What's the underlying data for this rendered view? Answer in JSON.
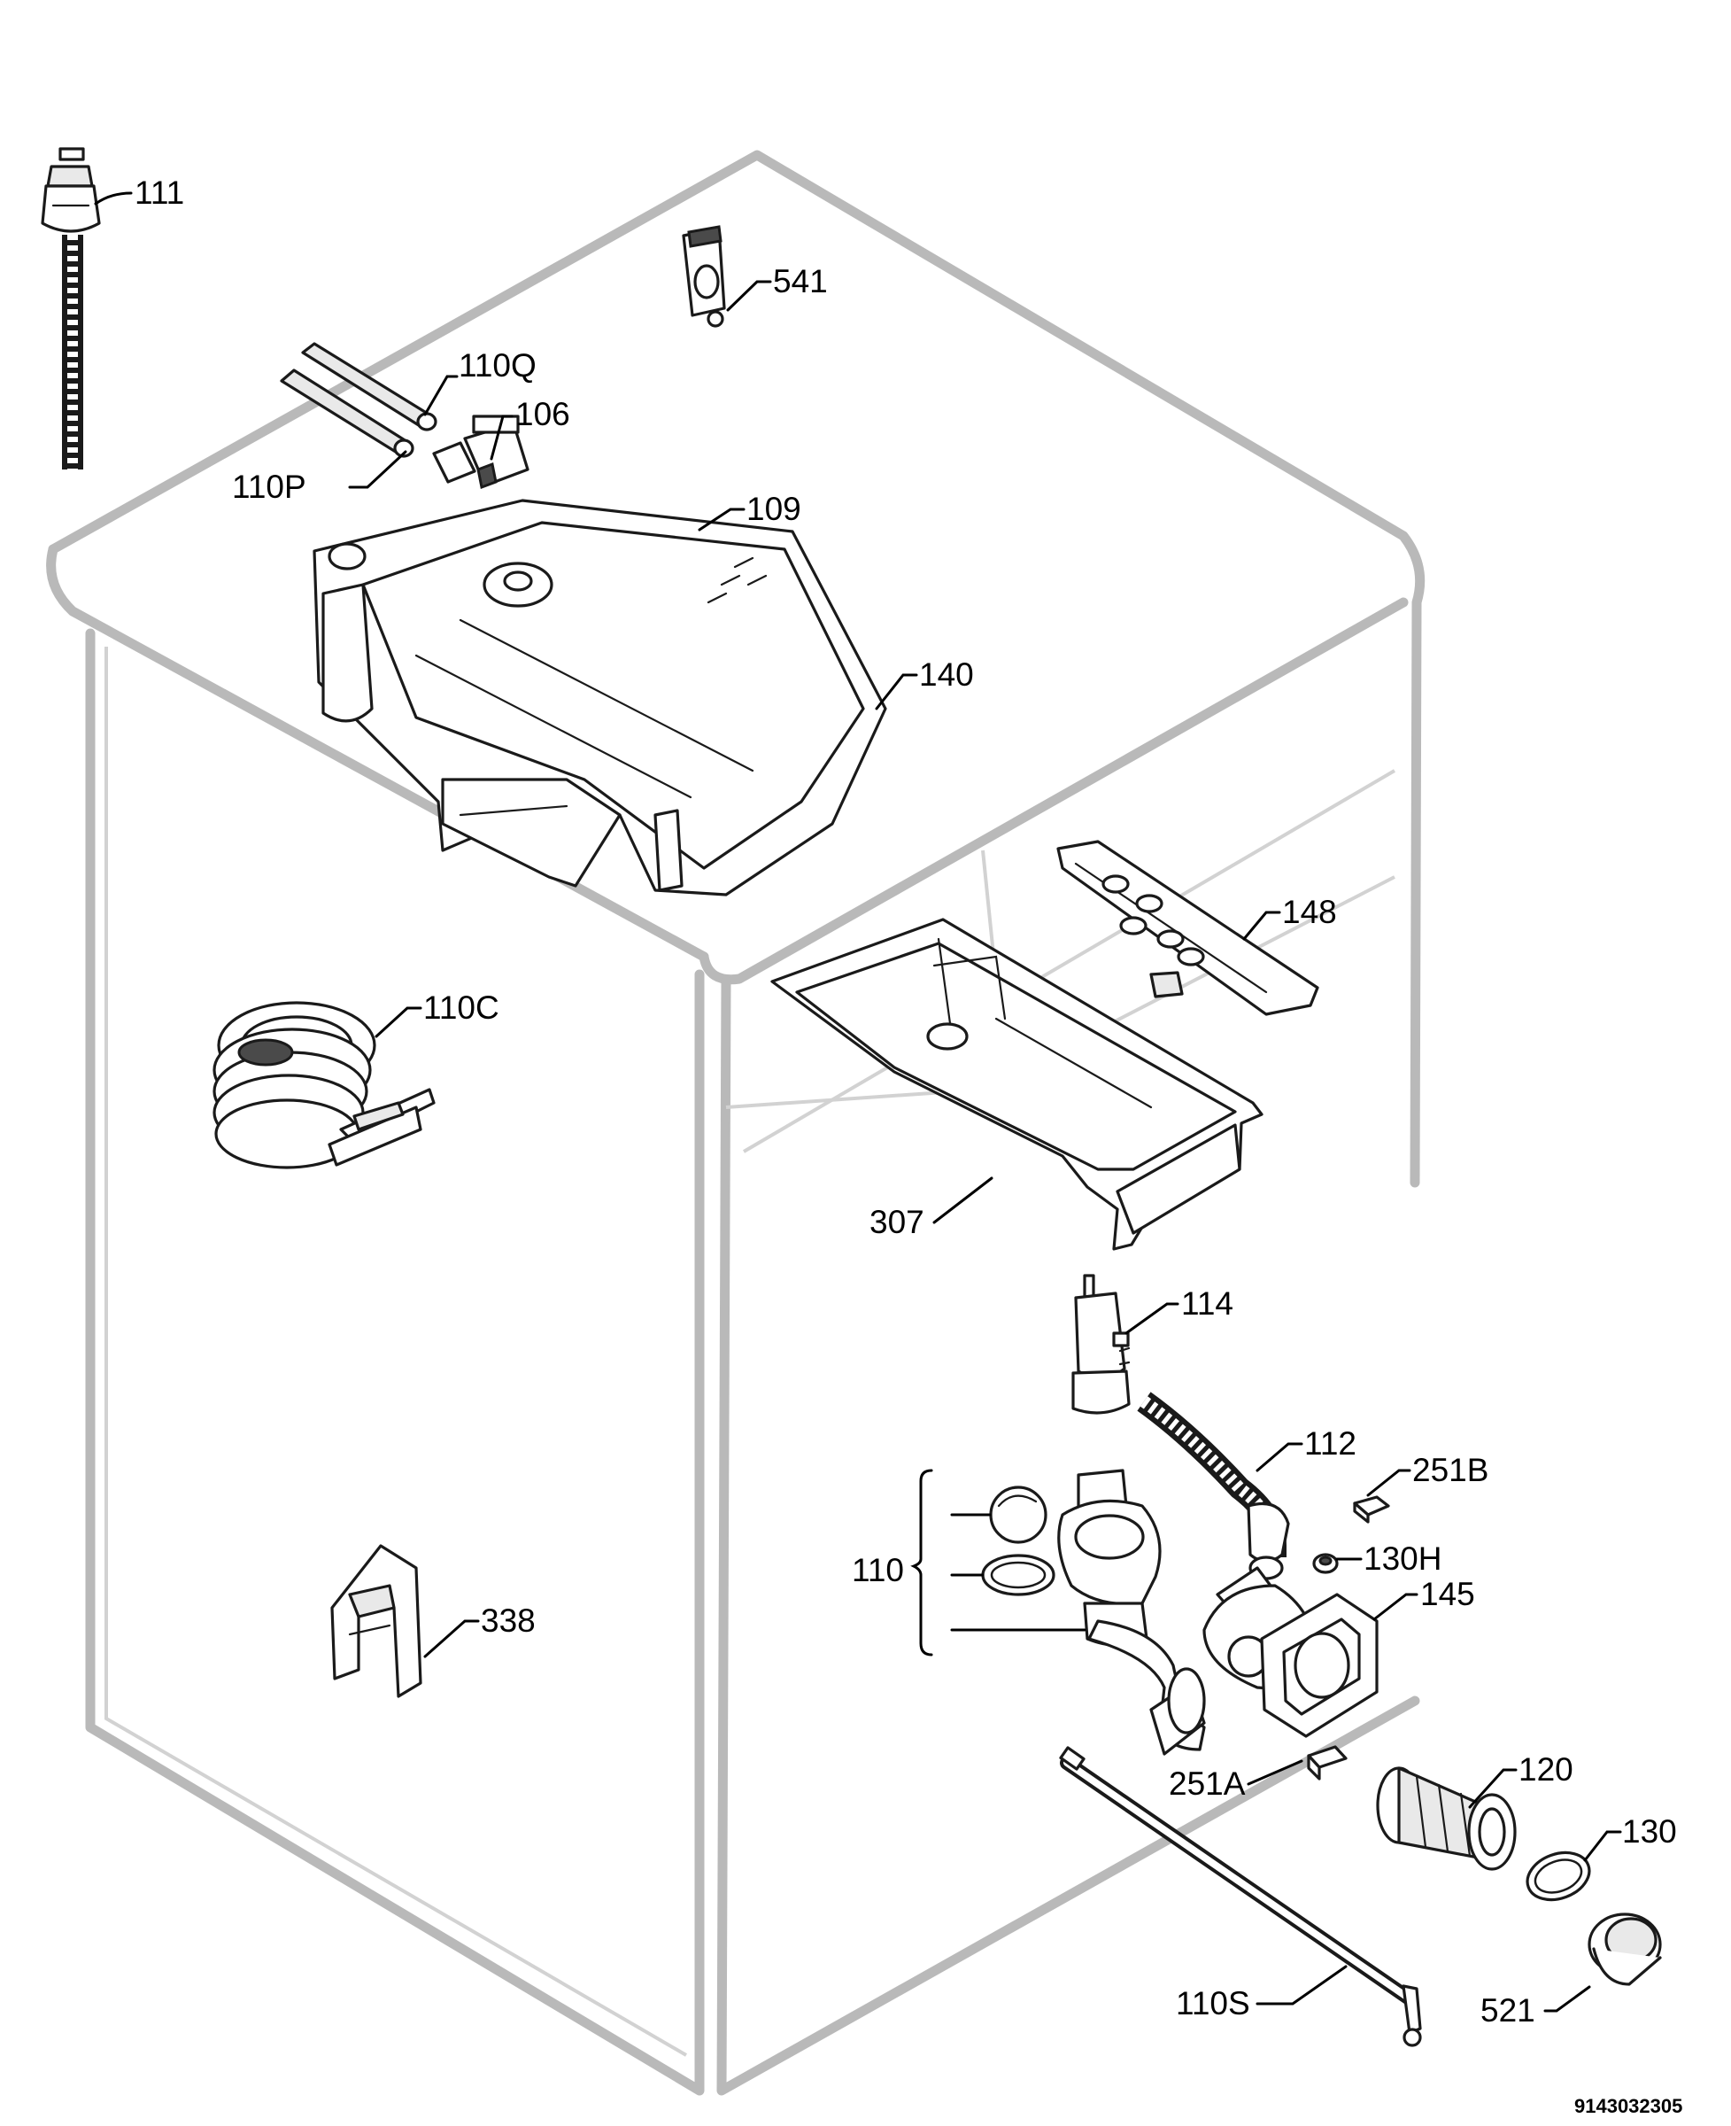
{
  "parts": {
    "p111": "111",
    "p541": "541",
    "p110Q": "110Q",
    "p106": "106",
    "p110P": "110P",
    "p109": "109",
    "p140": "140",
    "p148": "148",
    "p110C": "110C",
    "p307": "307",
    "p114": "114",
    "p112": "112",
    "p251B": "251B",
    "p110": "110",
    "p130H": "130H",
    "p145": "145",
    "p338": "338",
    "p251A": "251A",
    "p120": "120",
    "p130": "130",
    "p110S": "110S",
    "p521": "521"
  },
  "document_number": "9143032305"
}
